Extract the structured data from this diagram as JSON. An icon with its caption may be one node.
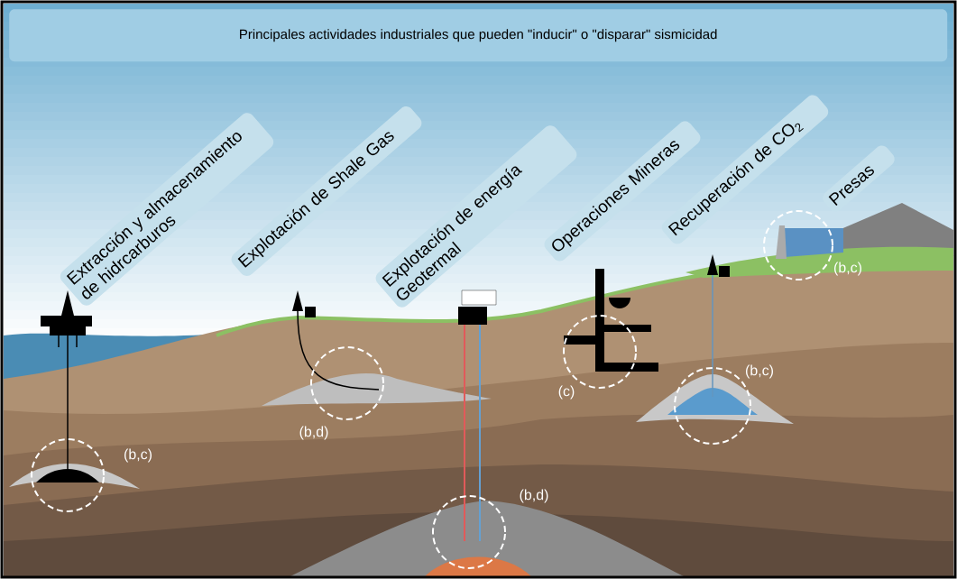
{
  "diagram": {
    "title": "Principales actividades industriales que pueden \"inducir\" o \"disparar\" sismicidad",
    "nodes": [
      {
        "text": [
          "Extracción y almacenamiento de hidrcarburos"
        ]
      },
      {
        "text": [
          "Explotación de Shale Gas"
        ]
      },
      {
        "text": [
          "Explotación de energía Geotermal"
        ]
      },
      {
        "text": [
          "Operaciones Mineras"
        ]
      },
      {
        "text": [
          "Recuperación de CO$_{2}$"
        ]
      },
      {
        "text": [
          "Presas"
        ]
      },
      {
        "text": [],
        "shape": "circle",
        "beside": [
          "(b,c)"
        ]
      },
      {
        "text": [],
        "shape": "circle",
        "beside": [
          "(b,d)"
        ]
      },
      {
        "text": [],
        "shape": "circle",
        "beside": [
          "(b,d)"
        ]
      },
      {
        "text": [],
        "shape": "circle",
        "beside": [
          "(c)"
        ]
      },
      {
        "text": [],
        "shape": "circle",
        "beside": [
          "(b,c)"
        ]
      },
      {
        "text": [],
        "shape": "circle",
        "beside": [
          "(b,c)"
        ]
      }
    ]
  }
}
